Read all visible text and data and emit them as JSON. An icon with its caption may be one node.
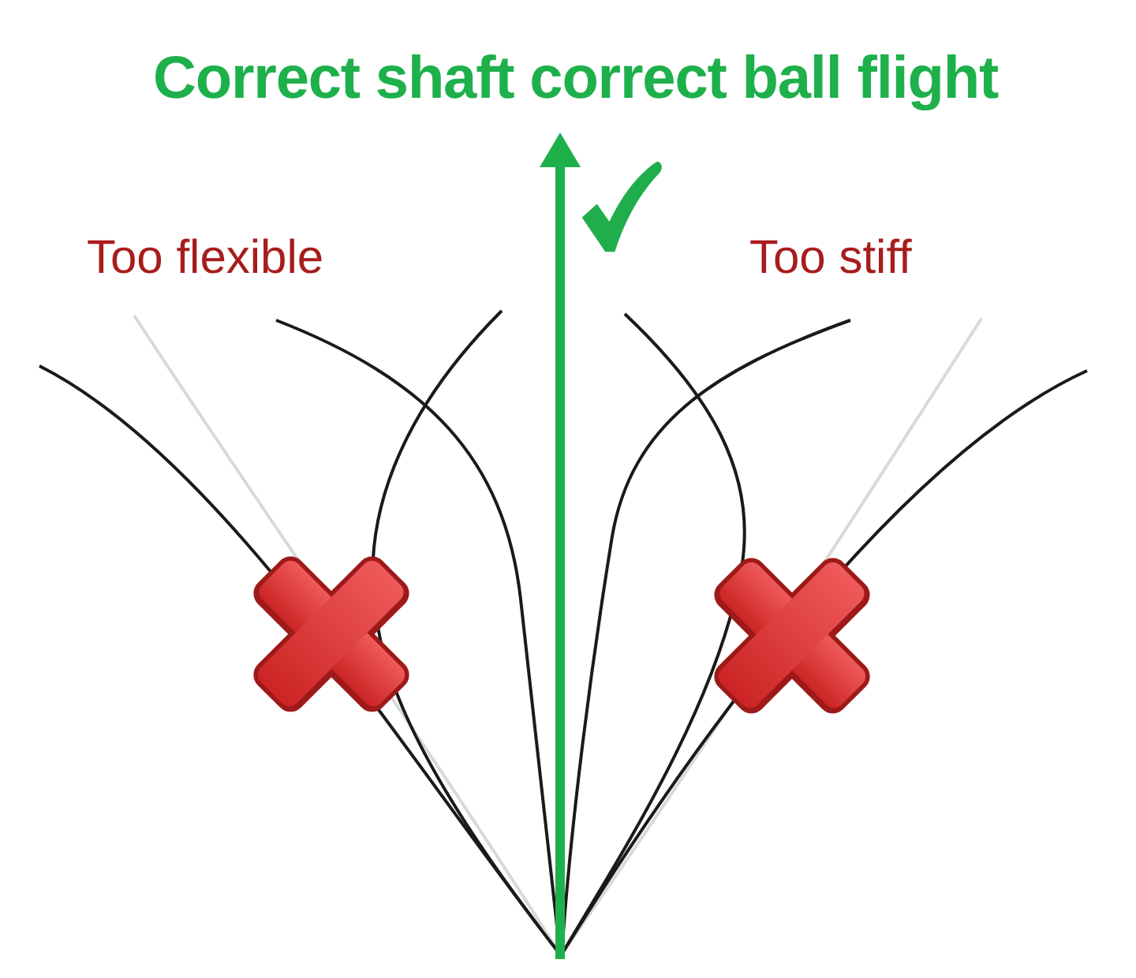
{
  "diagram": {
    "title": "Correct shaft correct ball flight",
    "labels": [
      "Too flexible",
      "Too stiff"
    ]
  }
}
